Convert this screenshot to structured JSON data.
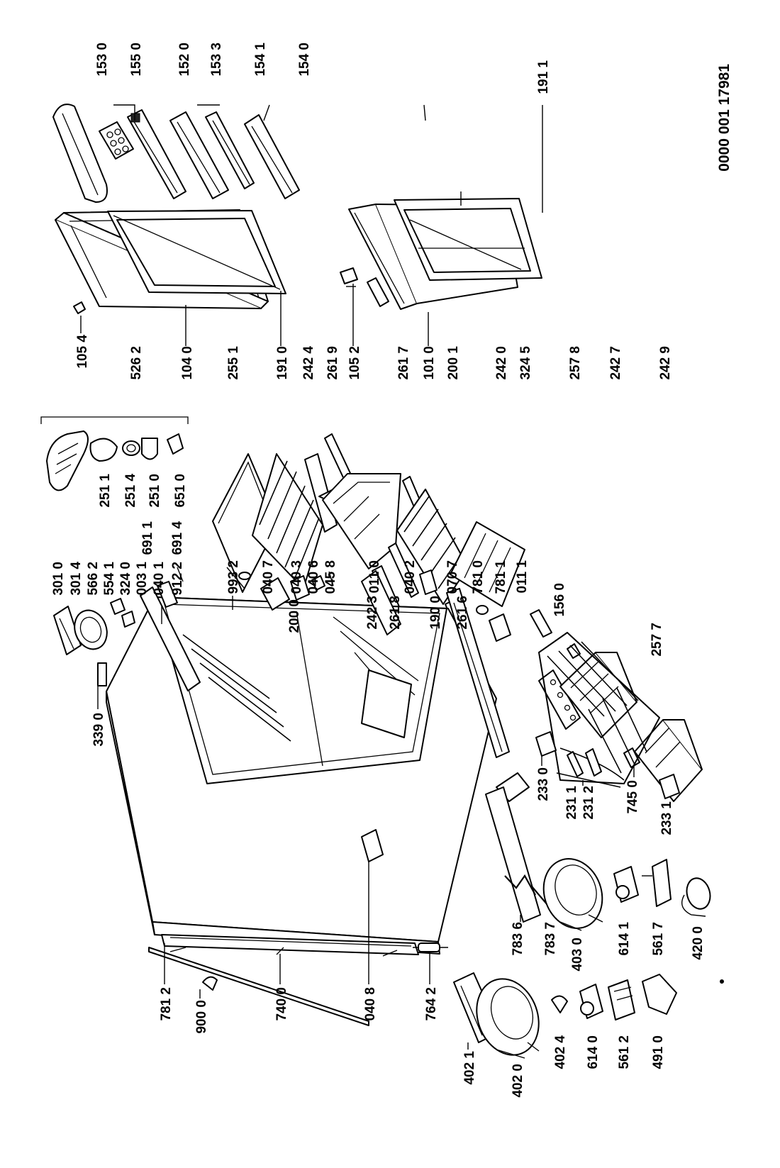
{
  "document_code": "0000 001 17981",
  "labels": [
    {
      "id": "p1530",
      "text": "153 0"
    },
    {
      "id": "p1550",
      "text": "155 0"
    },
    {
      "id": "p1520",
      "text": "152 0"
    },
    {
      "id": "p1533",
      "text": "153 3"
    },
    {
      "id": "p1541",
      "text": "154 1"
    },
    {
      "id": "p1540",
      "text": "154 0"
    },
    {
      "id": "p1911",
      "text": "191 1"
    },
    {
      "id": "p1054",
      "text": "105 4"
    },
    {
      "id": "p5262",
      "text": "526 2"
    },
    {
      "id": "p1040",
      "text": "104 0"
    },
    {
      "id": "p2551",
      "text": "255 1"
    },
    {
      "id": "p1910",
      "text": "191 0"
    },
    {
      "id": "p2424",
      "text": "242 4"
    },
    {
      "id": "p2619",
      "text": "261 9"
    },
    {
      "id": "p1052",
      "text": "105 2"
    },
    {
      "id": "p2617",
      "text": "261 7"
    },
    {
      "id": "p1010",
      "text": "101 0"
    },
    {
      "id": "p2001",
      "text": "200 1"
    },
    {
      "id": "p2420",
      "text": "242 0"
    },
    {
      "id": "p3245",
      "text": "324 5"
    },
    {
      "id": "p2578",
      "text": "257 8"
    },
    {
      "id": "p2427",
      "text": "242 7"
    },
    {
      "id": "p2429",
      "text": "242 9"
    },
    {
      "id": "p2511",
      "text": "251 1"
    },
    {
      "id": "p2514",
      "text": "251 4"
    },
    {
      "id": "p2510",
      "text": "251 0"
    },
    {
      "id": "p6510",
      "text": "651 0"
    },
    {
      "id": "p6911",
      "text": "691 1"
    },
    {
      "id": "p6914",
      "text": "691 4"
    },
    {
      "id": "p2000",
      "text": "200 0"
    },
    {
      "id": "p2423",
      "text": "242 3"
    },
    {
      "id": "p2618",
      "text": "261 8"
    },
    {
      "id": "p1900",
      "text": "190 0"
    },
    {
      "id": "p2616",
      "text": "261 6"
    },
    {
      "id": "p1560",
      "text": "156 0"
    },
    {
      "id": "p2577",
      "text": "257 7"
    },
    {
      "id": "p3010",
      "text": "301 0"
    },
    {
      "id": "p3014",
      "text": "301 4"
    },
    {
      "id": "p5662",
      "text": "566 2"
    },
    {
      "id": "p5541",
      "text": "554 1"
    },
    {
      "id": "p3240",
      "text": "324 0"
    },
    {
      "id": "p0031",
      "text": "003 1"
    },
    {
      "id": "p0401",
      "text": "040 1"
    },
    {
      "id": "p9122",
      "text": "912 2"
    },
    {
      "id": "p9932",
      "text": "993 2"
    },
    {
      "id": "p0407",
      "text": "040 7"
    },
    {
      "id": "p0403",
      "text": "040 3"
    },
    {
      "id": "p0406",
      "text": "040 6"
    },
    {
      "id": "p0458",
      "text": "045 8"
    },
    {
      "id": "p0110",
      "text": "011 0"
    },
    {
      "id": "p0402",
      "text": "040 2"
    },
    {
      "id": "p0707",
      "text": "070 7"
    },
    {
      "id": "p7810",
      "text": "781 0"
    },
    {
      "id": "p7811",
      "text": "781 1"
    },
    {
      "id": "p0111",
      "text": "011 1"
    },
    {
      "id": "p3390",
      "text": "339 0"
    },
    {
      "id": "p2330",
      "text": "233 0"
    },
    {
      "id": "p2311",
      "text": "231 1"
    },
    {
      "id": "p2312",
      "text": "231 2"
    },
    {
      "id": "p7450",
      "text": "745 0"
    },
    {
      "id": "p2331",
      "text": "233 1"
    },
    {
      "id": "p7812",
      "text": "781 2"
    },
    {
      "id": "p9000",
      "text": "900 0"
    },
    {
      "id": "p7400",
      "text": "740 0"
    },
    {
      "id": "p0408",
      "text": "040 8"
    },
    {
      "id": "p7642",
      "text": "764 2"
    },
    {
      "id": "p4021",
      "text": "402 1"
    },
    {
      "id": "p4020",
      "text": "402 0"
    },
    {
      "id": "p4024",
      "text": "402 4"
    },
    {
      "id": "p6140",
      "text": "614 0"
    },
    {
      "id": "p5612",
      "text": "561 2"
    },
    {
      "id": "p4910",
      "text": "491 0"
    },
    {
      "id": "p7836",
      "text": "783 6"
    },
    {
      "id": "p7837",
      "text": "783 7"
    },
    {
      "id": "p4030",
      "text": "403 0"
    },
    {
      "id": "p6141",
      "text": "614 1"
    },
    {
      "id": "p5617",
      "text": "561 7"
    },
    {
      "id": "p4200",
      "text": "420 0"
    }
  ]
}
